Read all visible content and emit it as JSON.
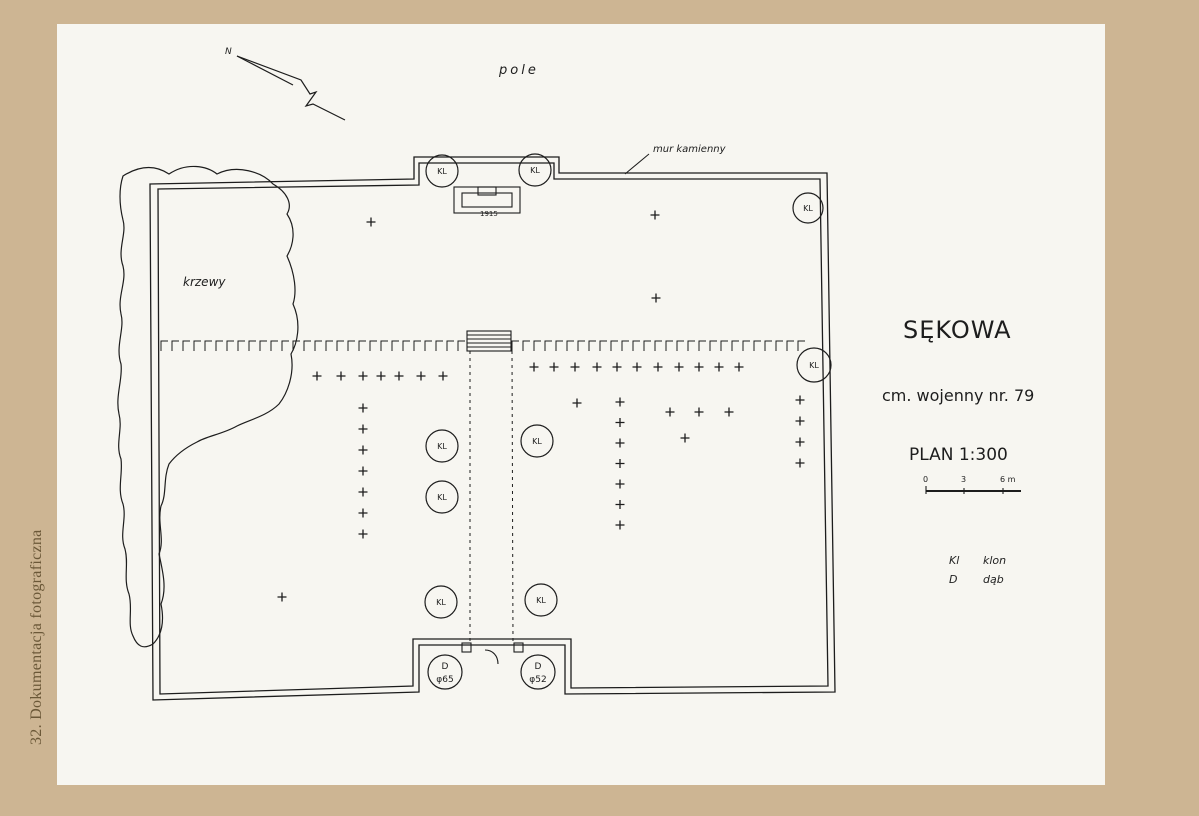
{
  "caption": "32. Dokumentacja fotograficzna",
  "plan": {
    "north_marker": "N",
    "field_label": "pole",
    "wall_label": "mur kamienny",
    "bushes_label": "krzewy",
    "monument_year": "1915",
    "maple_code": "KL",
    "oak_code": "D",
    "oak_left_diameter": "φ65",
    "oak_right_diameter": "φ52"
  },
  "title": {
    "name": "SĘKOWA",
    "subtitle": "cm. wojenny nr. 79",
    "scale": "PLAN 1:300",
    "scalebar_ticks": [
      "0",
      "3",
      "6 m"
    ]
  },
  "legend": [
    {
      "code": "Kl",
      "label": "klon"
    },
    {
      "code": "D",
      "label": "dąb"
    }
  ],
  "colors": {
    "ink": "#1d1d1d",
    "paper": "#f7f6f1",
    "board": "#cdb593"
  }
}
